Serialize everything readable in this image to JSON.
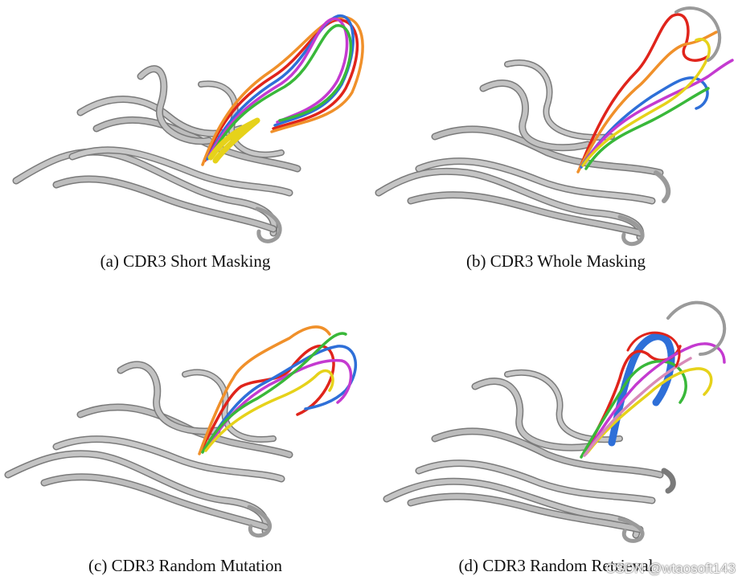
{
  "panels": [
    {
      "caption": "(a)  CDR3 Short Masking"
    },
    {
      "caption": "(b)  CDR3 Whole Masking"
    },
    {
      "caption": "(c)  CDR3 Random Mutation"
    },
    {
      "caption": "(d)  CDR3 Random Retrieval"
    }
  ],
  "watermark": "CSDN @wtaosoft143",
  "colors": {
    "protein": "#b8b8b8",
    "protein_dark": "#7a7a7a",
    "loops": [
      "#e0241b",
      "#f0902a",
      "#2e6fd8",
      "#c43ad0",
      "#39b83a",
      "#e6d21a",
      "#d88ab8"
    ]
  }
}
